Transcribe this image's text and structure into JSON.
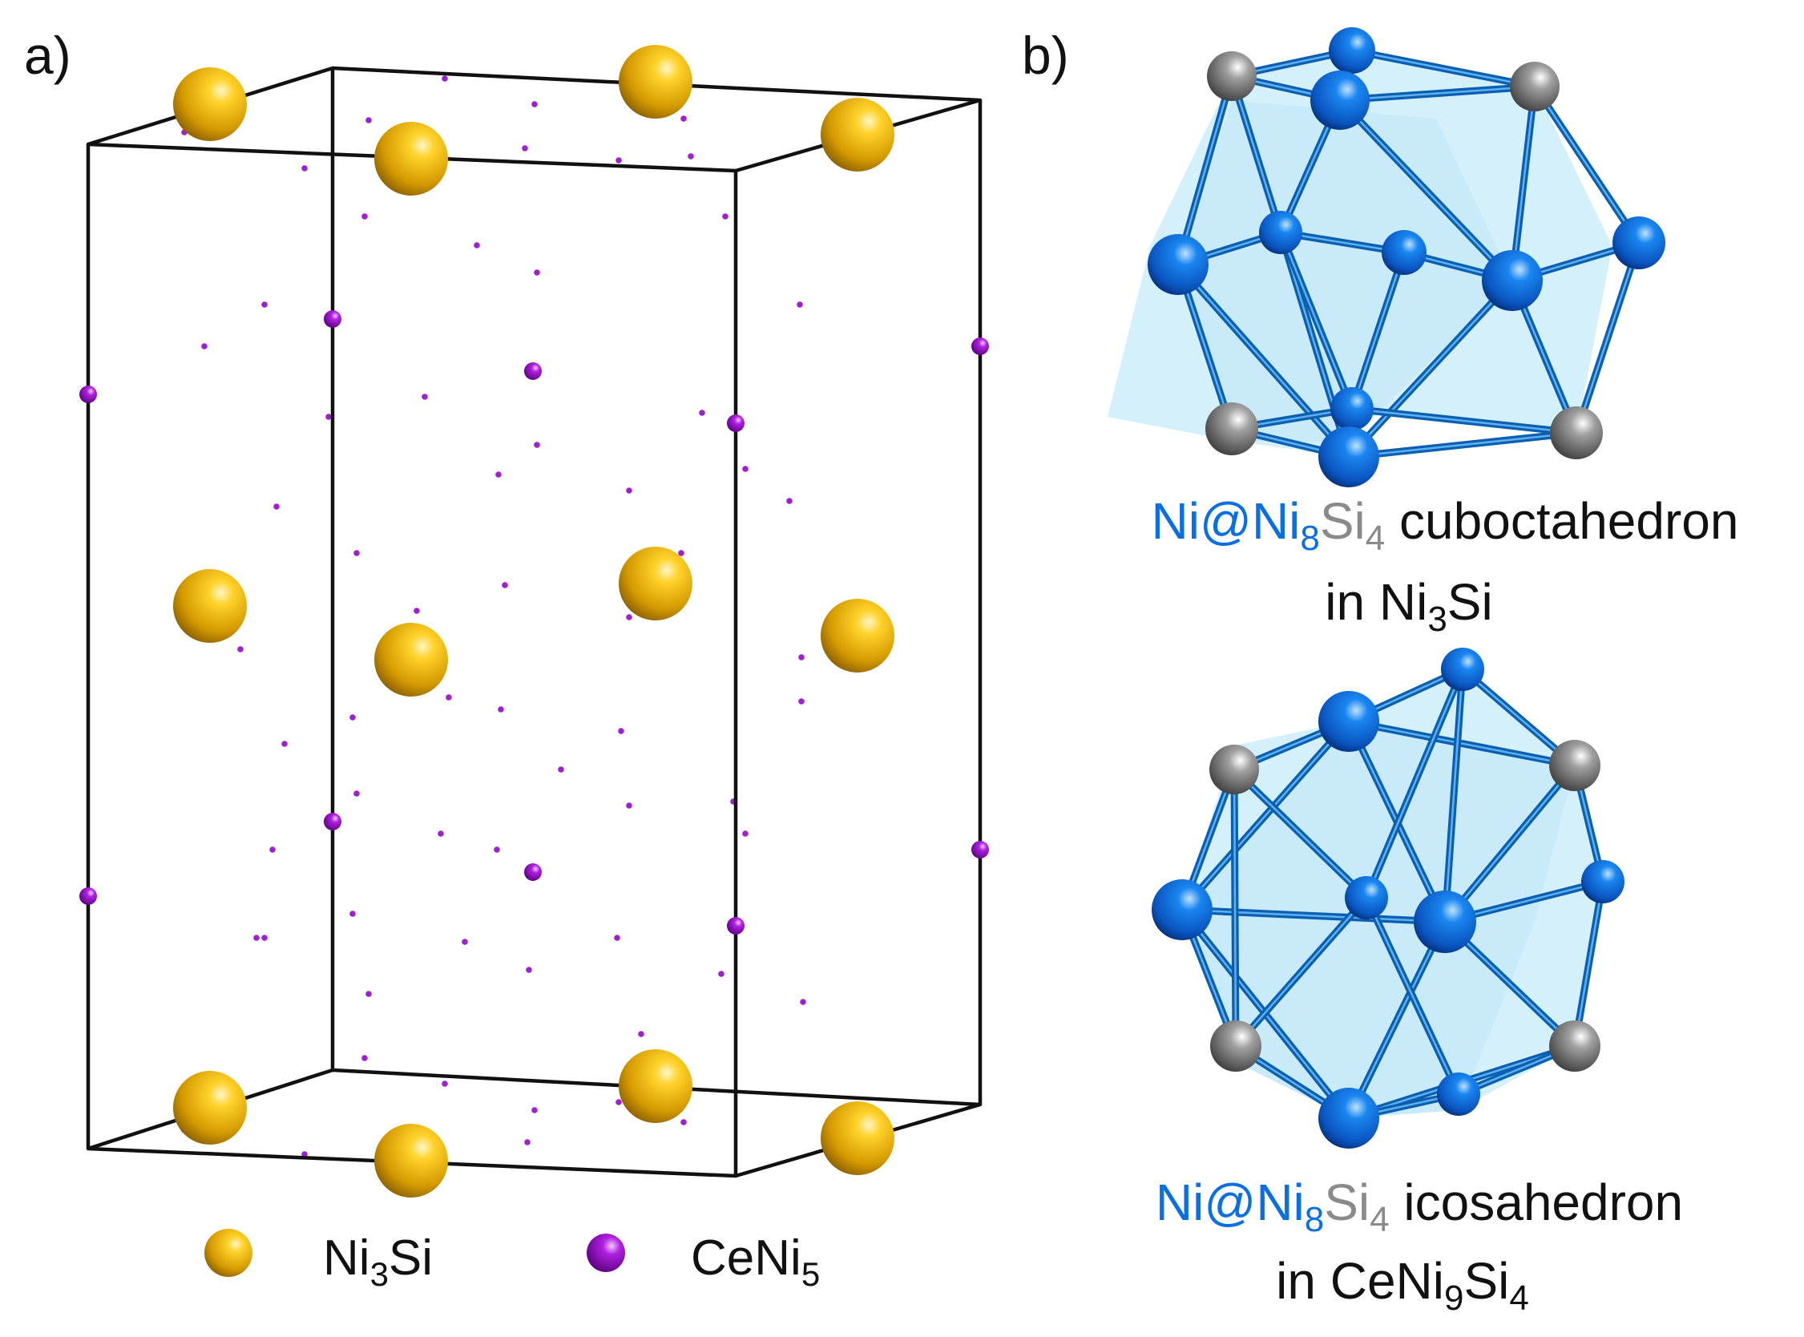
{
  "panel_a": {
    "label": "a)",
    "legend": [
      {
        "base": "Ni",
        "sub1": "3",
        "rest": "Si",
        "sub2": "",
        "color": "#d4a000"
      },
      {
        "base": "CeNi",
        "sub1": "5",
        "rest": "",
        "sub2": "",
        "color": "#9b00c8"
      }
    ]
  },
  "panel_b": {
    "label": "b)",
    "cubo": {
      "cap": {
        "p1": "Ni@",
        "p2": "Ni",
        "p2sub": "8",
        "p3": "Si",
        "p3sub": "4",
        "p4": " cuboctahedron"
      },
      "line2": {
        "base": "in Ni",
        "sub": "3",
        "rest": "Si"
      }
    },
    "icosa": {
      "cap": {
        "p1": "Ni@",
        "p2": "Ni",
        "p2sub": "8",
        "p3": "Si",
        "p3sub": "4",
        "p4": " icosahedron"
      },
      "line2": {
        "base": "in CeNi",
        "sub": "9",
        "rest": "Si",
        "sub2": "4"
      }
    }
  },
  "colors": {
    "ni": "#0a6fe0",
    "si": "#8a8a8a",
    "text": "#111111",
    "gold": "#d4a000",
    "purple": "#9b00c8",
    "face": "#cdeefa",
    "bond": "#0b5fb0"
  }
}
